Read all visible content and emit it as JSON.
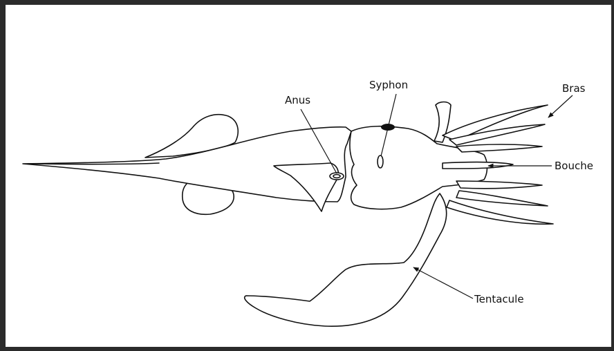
{
  "labels": {
    "anus": "Anus",
    "syphon": "Syphon",
    "bras": "Bras",
    "bouche": "Bouche",
    "tentacule": "Tentacule"
  },
  "colors": {
    "frame": "#2b2b2b",
    "background": "#ffffff",
    "ink": "#111111"
  }
}
